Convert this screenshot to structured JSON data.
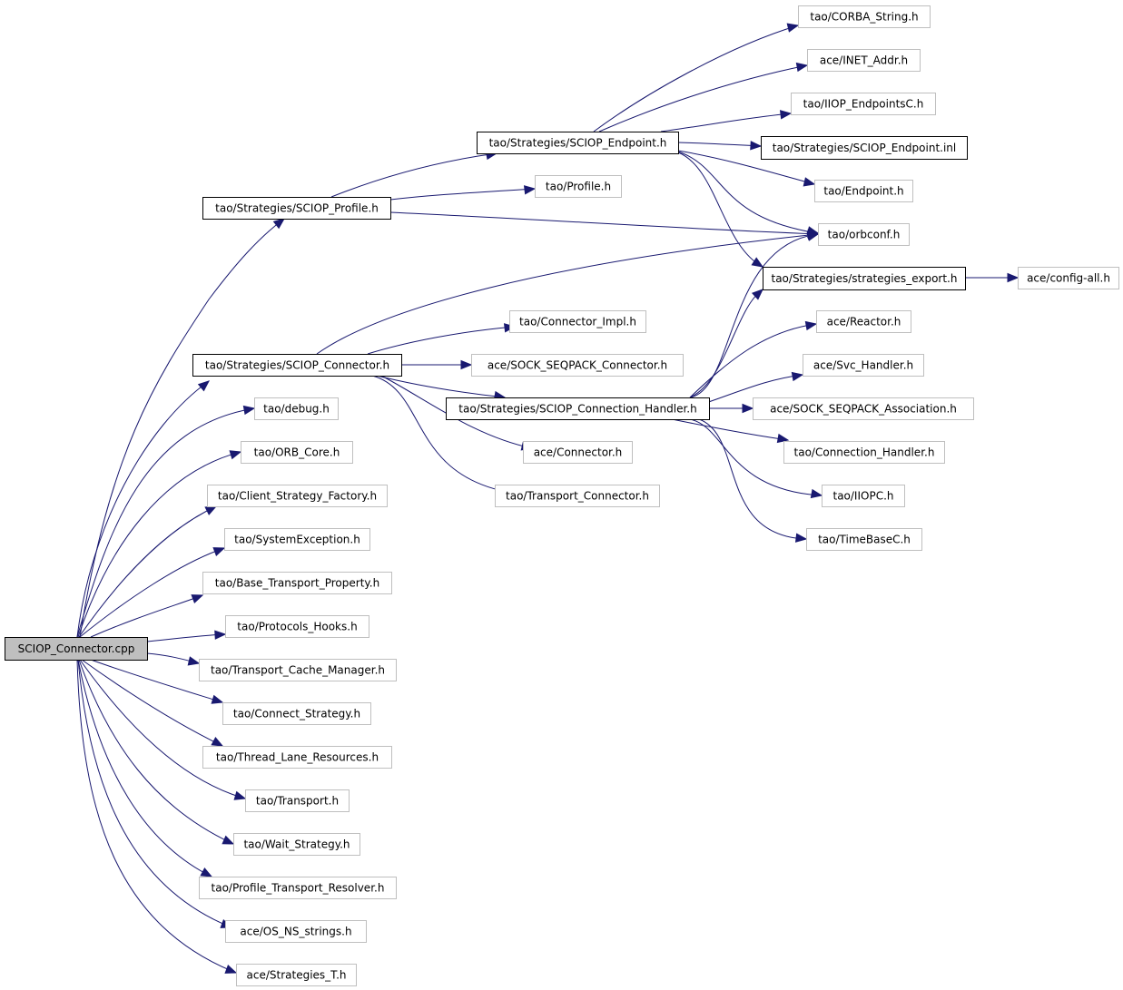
{
  "colors": {
    "edge": "#191970",
    "root_fill": "#bfbfbf",
    "node_fill": "#ffffff",
    "linked_border": "#000000",
    "external_border": "#bfbfbf"
  },
  "nodes": {
    "root": "SCIOP_Connector.cpp",
    "sciop_profile_h": "tao/Strategies/SCIOP_Profile.h",
    "sciop_endpoint_h": "tao/Strategies/SCIOP_Endpoint.h",
    "corba_string_h": "tao/CORBA_String.h",
    "inet_addr_h": "ace/INET_Addr.h",
    "iiop_endpointsc_h": "tao/IIOP_EndpointsC.h",
    "sciop_endpoint_inl": "tao/Strategies/SCIOP_Endpoint.inl",
    "endpoint_h": "tao/Endpoint.h",
    "orbconf_h": "tao/orbconf.h",
    "profile_h": "tao/Profile.h",
    "strategies_export_h": "tao/Strategies/strategies_export.h",
    "config_all_h": "ace/config-all.h",
    "sciop_connector_h": "tao/Strategies/SCIOP_Connector.h",
    "connector_impl_h": "tao/Connector_Impl.h",
    "sock_seqpack_connector_h": "ace/SOCK_SEQPACK_Connector.h",
    "sciop_connection_handler_h": "tao/Strategies/SCIOP_Connection_Handler.h",
    "reactor_h": "ace/Reactor.h",
    "svc_handler_h": "ace/Svc_Handler.h",
    "sock_seqpack_association_h": "ace/SOCK_SEQPACK_Association.h",
    "ace_connector_h": "ace/Connector.h",
    "connection_handler_h": "tao/Connection_Handler.h",
    "transport_connector_h": "tao/Transport_Connector.h",
    "iiopc_h": "tao/IIOPC.h",
    "timebasec_h": "tao/TimeBaseC.h",
    "debug_h": "tao/debug.h",
    "orb_core_h": "tao/ORB_Core.h",
    "client_strategy_factory_h": "tao/Client_Strategy_Factory.h",
    "system_exception_h": "tao/SystemException.h",
    "base_transport_property_h": "tao/Base_Transport_Property.h",
    "protocols_hooks_h": "tao/Protocols_Hooks.h",
    "transport_cache_manager_h": "tao/Transport_Cache_Manager.h",
    "connect_strategy_h": "tao/Connect_Strategy.h",
    "thread_lane_resources_h": "tao/Thread_Lane_Resources.h",
    "transport_h": "tao/Transport.h",
    "wait_strategy_h": "tao/Wait_Strategy.h",
    "profile_transport_resolver_h": "tao/Profile_Transport_Resolver.h",
    "os_ns_strings_h": "ace/OS_NS_strings.h",
    "strategies_t_h": "ace/Strategies_T.h"
  }
}
